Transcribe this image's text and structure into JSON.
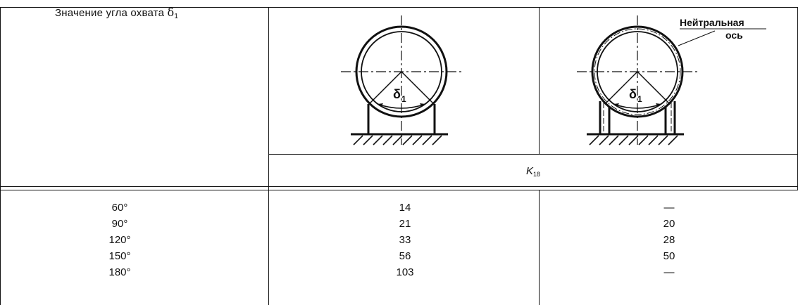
{
  "header": {
    "col1_title": "Значение угла охвата",
    "delta_symbol": "δ",
    "delta_sub": "1",
    "merged_label_letter": "K",
    "merged_label_sub": "18",
    "neutral_axis_line1": "Нейтральная",
    "neutral_axis_line2": "ось"
  },
  "rows": [
    {
      "angle": "60°",
      "k1": "14",
      "k2": "—"
    },
    {
      "angle": "90°",
      "k1": "21",
      "k2": "20"
    },
    {
      "angle": "120°",
      "k1": "33",
      "k2": "28"
    },
    {
      "angle": "150°",
      "k1": "56",
      "k2": "50"
    },
    {
      "angle": "180°",
      "k1": "103",
      "k2": "—"
    }
  ]
}
